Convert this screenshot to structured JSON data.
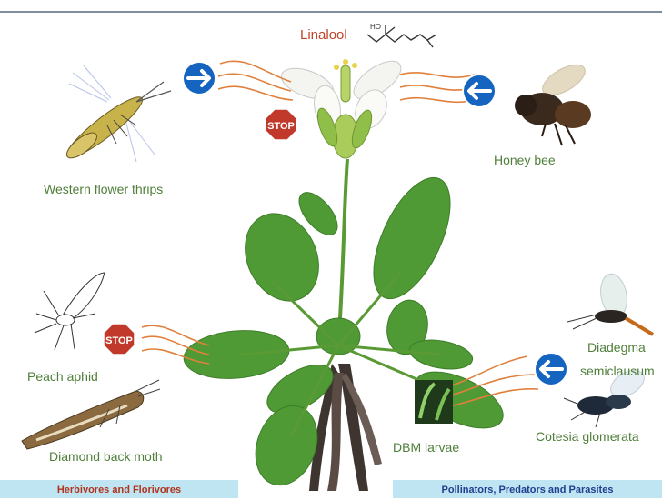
{
  "labels": {
    "compound": "Linalool",
    "thrips": "Western flower thrips",
    "honey_bee": "Honey bee",
    "peach_aphid": "Peach aphid",
    "diamondback_moth": "Diamond back moth",
    "dbm_larvae": "DBM larvae",
    "diadegma_1": "Diadegma",
    "diadegma_2": "semiclausum",
    "cotesia": "Cotesia glomerata"
  },
  "signs": {
    "stop": "STOP",
    "molecule_group": "HO"
  },
  "footer": {
    "left": "Herbivores and Florivores",
    "right": "Pollinators, Predators and Parasites"
  },
  "colors": {
    "label_green": "#4f7f3a",
    "title_red": "#c0442a",
    "stop_red": "#c0392b",
    "arrow_blue": "#1565c0",
    "scent_orange": "#e0803c"
  }
}
